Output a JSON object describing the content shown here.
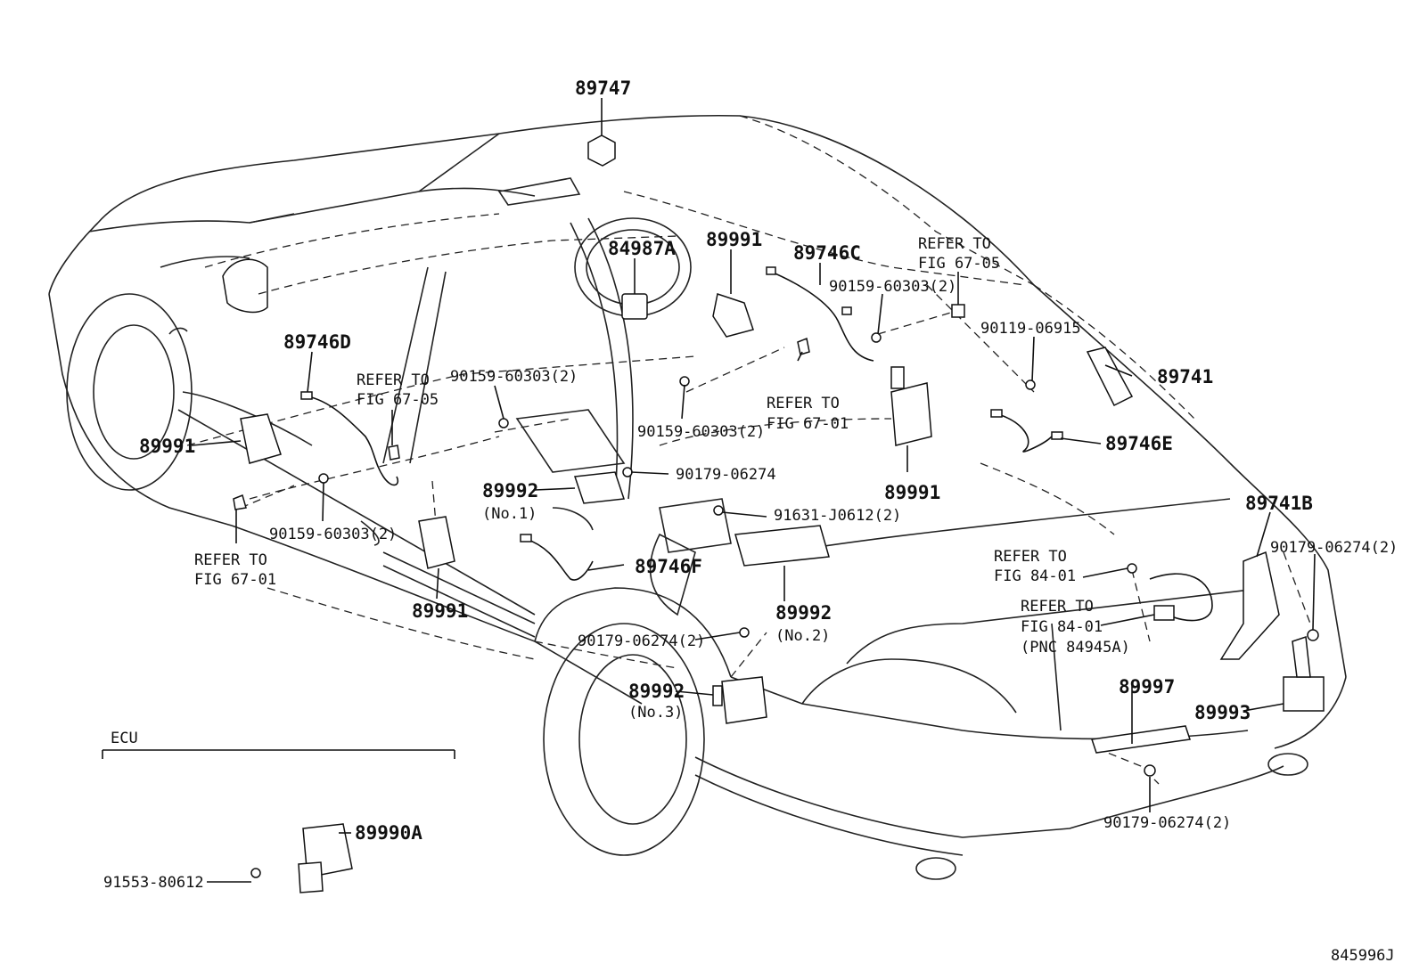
{
  "callouts": {
    "p89747": "89747",
    "p84987a": "84987A",
    "p89991_top": "89991",
    "p89746c": "89746C",
    "refer_6705_top_l1": "REFER TO",
    "refer_6705_top_l2": "FIG 67-05",
    "b90159_top_right": "90159-60303(2)",
    "b90119": "90119-06915",
    "p89741": "89741",
    "p89746d": "89746D",
    "refer_6705_mid_l1": "REFER TO",
    "refer_6705_mid_l2": "FIG 67-05",
    "b90159_mid": "90159-60303(2)",
    "refer_6701_right_l1": "REFER TO",
    "refer_6701_right_l2": "FIG 67-01",
    "b90159_center": "90159-60303(2)",
    "p89746e": "89746E",
    "p89991_left": "89991",
    "p89991_right": "89991",
    "b90179_center": "90179-06274",
    "p89992_no1": "89992",
    "p89992_no1_sub": "(No.1)",
    "b91631": "91631-J0612(2)",
    "b90159_left": "90159-60303(2)",
    "refer_6701_left_l1": "REFER TO",
    "refer_6701_left_l2": "FIG 67-01",
    "p89746f": "89746F",
    "p89741b": "89741B",
    "b90179_right_top": "90179-06274(2)",
    "refer_8401_a_l1": "REFER TO",
    "refer_8401_a_l2": "FIG 84-01",
    "refer_8401_b_l1": "REFER TO",
    "refer_8401_b_l2": "FIG 84-01",
    "refer_8401_b_l3": "(PNC 84945A)",
    "p89991_bottom": "89991",
    "p89992_no2": "89992",
    "p89992_no2_sub": "(No.2)",
    "b90179_mid": "90179-06274(2)",
    "p89992_no3": "89992",
    "p89992_no3_sub": "(No.3)",
    "p89997": "89997",
    "p89993": "89993",
    "b90179_bottom": "90179-06274(2)",
    "ecu_title": "ECU",
    "p89990a": "89990A",
    "b91553": "91553-80612",
    "figure_id": "845996J"
  }
}
